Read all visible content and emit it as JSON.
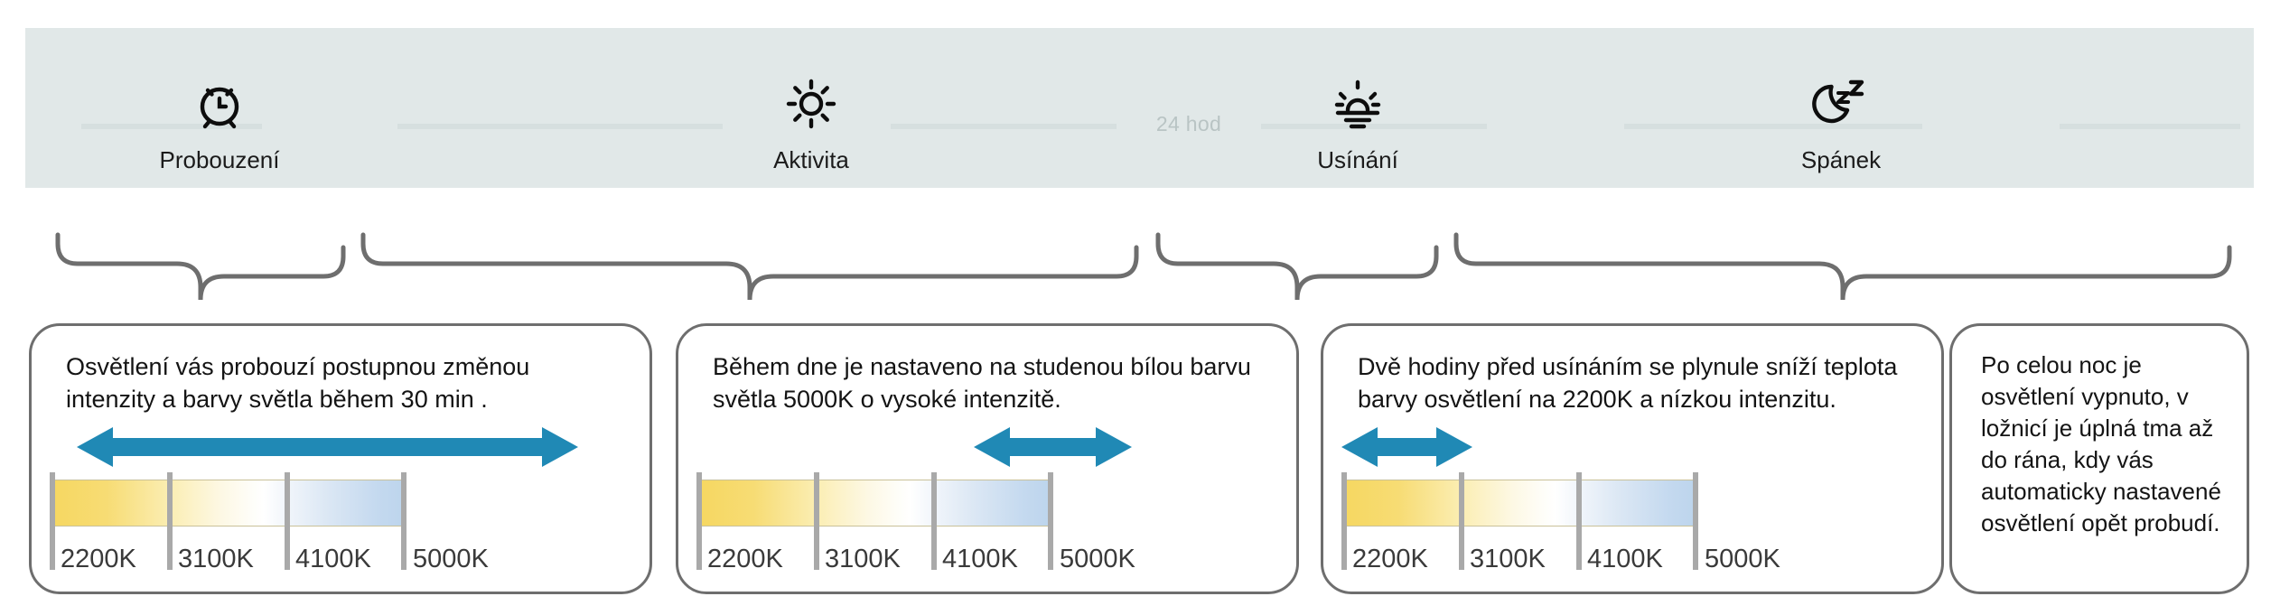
{
  "timeline": {
    "hours_label": "24 hod",
    "phases": [
      {
        "id": "wake",
        "icon": "alarm-clock-icon",
        "label": "Probouzení"
      },
      {
        "id": "activity",
        "icon": "sun-icon",
        "label": "Aktivita"
      },
      {
        "id": "winddown",
        "icon": "sunset-icon",
        "label": "Usínání"
      },
      {
        "id": "sleep",
        "icon": "moon-zz-icon",
        "label": "Spánek"
      }
    ]
  },
  "cards": [
    {
      "id": "wake-card",
      "text": "Osvětlení vás probouzí postupnou změnou intenzity a barvy světla během 30 min .",
      "has_scale": true,
      "arrow": {
        "type": "double-arrow",
        "color": "#2089b5",
        "span": "full"
      },
      "scale": {
        "ticks": [
          "2200K",
          "3100K",
          "4100K",
          "5000K"
        ],
        "gradient_from": "#f6d760",
        "gradient_to": "#bcd4ec"
      }
    },
    {
      "id": "activity-card",
      "text": "Během dne je nastaveno na studenou bílou barvu světla 5000K o vysoké intenzitě.",
      "has_scale": true,
      "arrow": {
        "type": "double-arrow",
        "color": "#2089b5",
        "span": "cool-end"
      },
      "scale": {
        "ticks": [
          "2200K",
          "3100K",
          "4100K",
          "5000K"
        ],
        "gradient_from": "#f6d760",
        "gradient_to": "#bcd4ec"
      }
    },
    {
      "id": "winddown-card",
      "text": "Dvě hodiny před usínáním se plynule sníží teplota barvy osvětlení na 2200K a nízkou intenzitu.",
      "has_scale": true,
      "arrow": {
        "type": "double-arrow",
        "color": "#2089b5",
        "span": "warm-end"
      },
      "scale": {
        "ticks": [
          "2200K",
          "3100K",
          "4100K",
          "5000K"
        ],
        "gradient_from": "#f6d760",
        "gradient_to": "#bcd4ec"
      }
    },
    {
      "id": "sleep-card",
      "text": "Po celou noc je osvětlení vypnuto, v ložnicí je úplná tma až do rána, kdy vás automaticky nastavené osvětlení opět probudí.",
      "has_scale": false
    }
  ],
  "colors": {
    "band_background": "#e1e8e8",
    "track": "#d6dfdf",
    "arrow_blue": "#2089b5",
    "card_border": "#6e6e6e",
    "brace": "#6e6e6e",
    "hours_text": "#b9c4c4"
  }
}
